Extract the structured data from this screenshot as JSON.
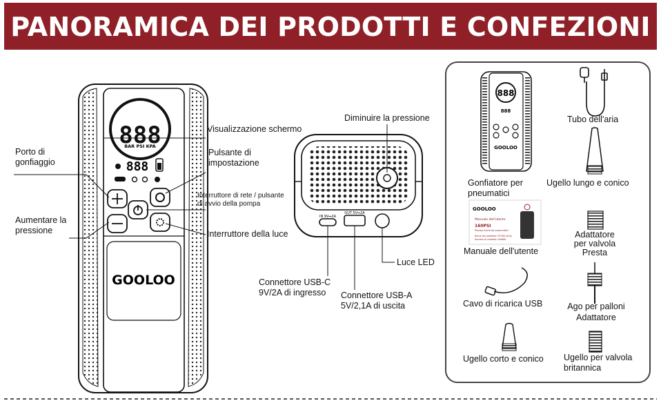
{
  "header": {
    "title": "PANORAMICA DEI PRODOTTI E CONFEZIONI"
  },
  "device": {
    "display_digits": "888",
    "display_units": "BAR PSI KPA",
    "small_digits": "888",
    "brand": "GOOLOO"
  },
  "front_labels": {
    "porto_gonfiaggio": "Porto di\ngonfiaggio",
    "aumentare": "Aumentare la\npressione",
    "visualizzazione": "Visualizzazione schermo",
    "pulsante": "Pulsante di\nimpostazione",
    "interruttore_rete": "Interruttore di rete / pulsante\ndi avvio della pompa",
    "interruttore_luce": "Interruttore della luce"
  },
  "side_labels": {
    "diminuire": "Diminuire la pressione",
    "port_in": "IN 9V⎓2A",
    "port_out": "OUT 5V⎓2A",
    "luce_led": "Luce LED",
    "usb_c": "Connettore USB-C\n9V/2A di ingresso",
    "usb_a": "Connettore USB-A\n5V/2,1A di uscita"
  },
  "package": {
    "gonfiatore": "Gonfiatore per\npneumatici",
    "tubo": "Tubo dell'aria",
    "ugello_lungo": "Ugello lungo e conico",
    "manuale": "Manuale dell'utente",
    "adattatore_presta": "Adattatore\nper valvola\nPresta",
    "cavo": "Cavo di ricarica USB",
    "ago": "Ago per palloni\nAdattatore",
    "ugello_corto": "Ugello corto e conico",
    "ugello_britannica": "Ugello per valvola\nbritannica",
    "manual_brand": "GOOLOO",
    "manual_title": "Manuale dell'utente",
    "manual_psi": "160PSI",
    "manual_line1": "Pompa d'aria ad pneumatici",
    "manual_line2": "Nome del prodotto: GT160 (A1A)",
    "manual_line3": "Numero di modello: GAWAV"
  }
}
